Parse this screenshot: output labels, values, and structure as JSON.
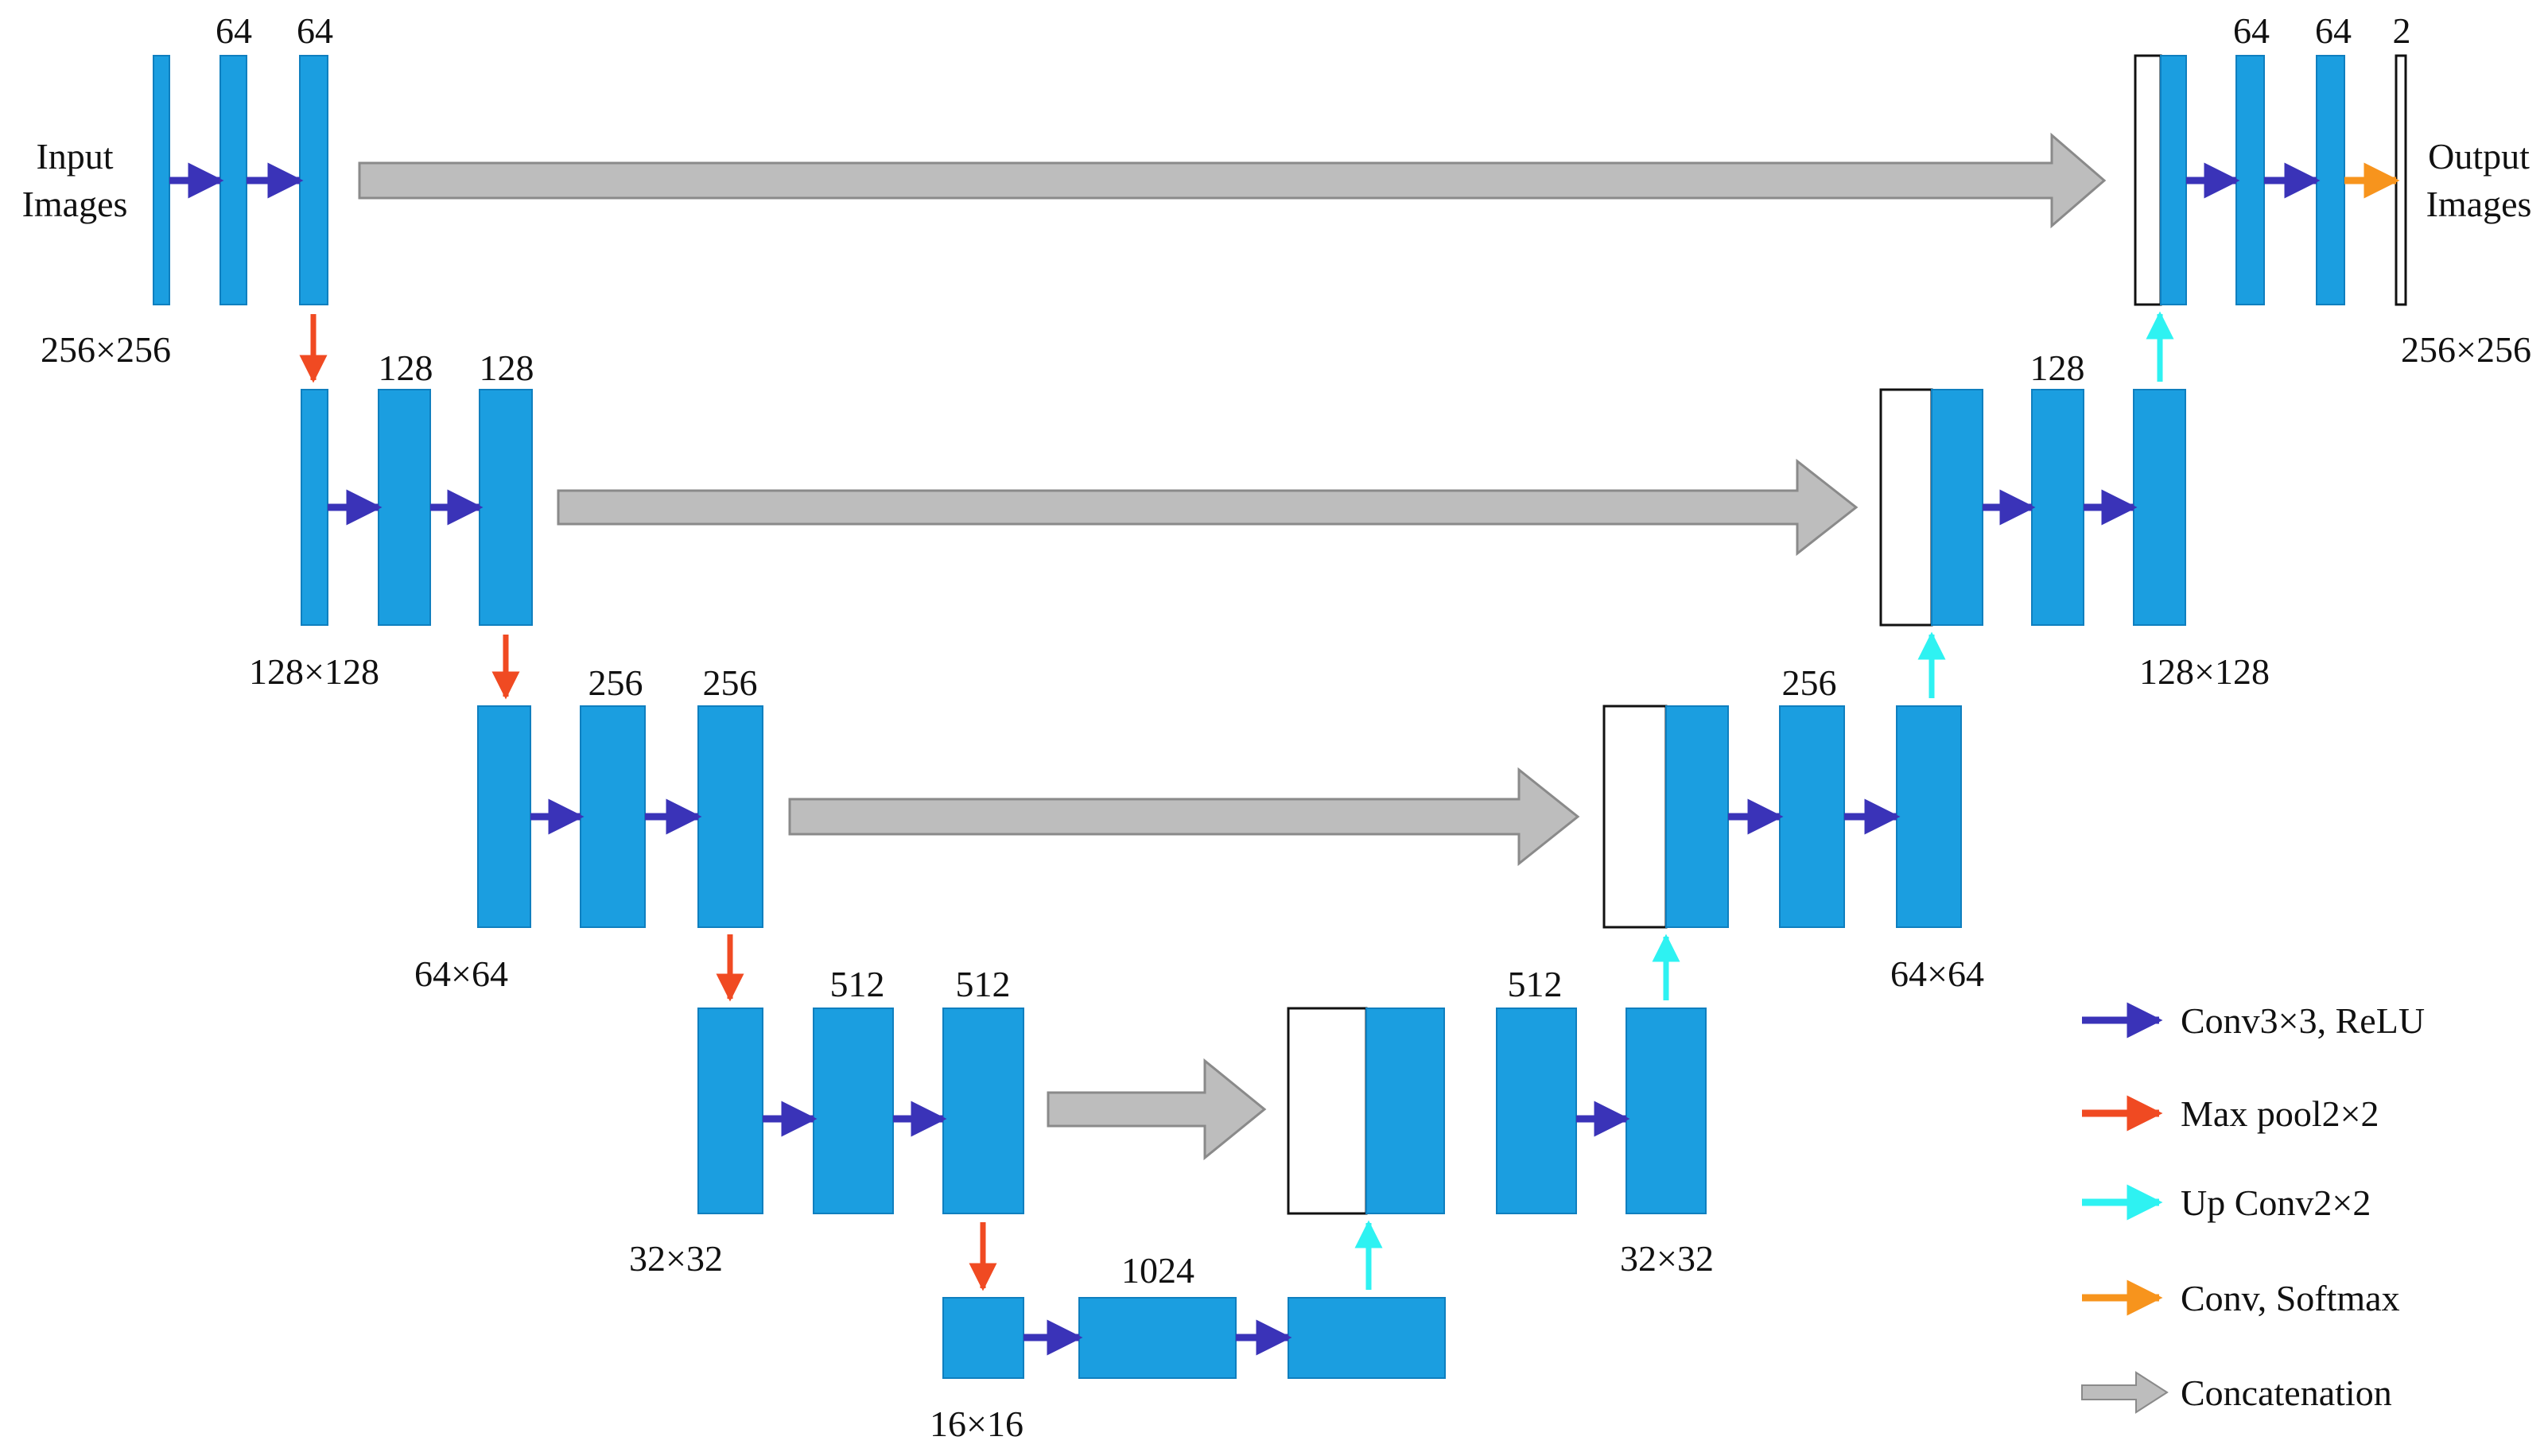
{
  "colors": {
    "block": "#1b9ee0",
    "block_outline": "#0f7fbf",
    "conv": "#3a33b8",
    "pool": "#f04a22",
    "upconv": "#2ef2f2",
    "softmax": "#f7941d",
    "concat": "#bdbdbd",
    "concat_outline": "#8a8a8a"
  },
  "labels": {
    "input_line1": "Input",
    "input_line2": "Images",
    "output_line1": "Output",
    "output_line2": "Images",
    "l1_c1": "64",
    "l1_c2": "64",
    "l1_size": "256×256",
    "l2_c1": "128",
    "l2_c2": "128",
    "l2_size": "128×128",
    "l3_c1": "256",
    "l3_c2": "256",
    "l3_size": "64×64",
    "l4_c1": "512",
    "l4_c2": "512",
    "l4_size": "32×32",
    "b_c": "1024",
    "b_size": "16×16",
    "d4_c": "512",
    "d4_size": "32×32",
    "d3_c": "256",
    "d3_size": "64×64",
    "d2_c": "128",
    "d2_size": "128×128",
    "d1_c1": "64",
    "d1_c2": "64",
    "d1_out": "2",
    "d1_size": "256×256"
  },
  "legend": {
    "conv": "Conv3×3, ReLU",
    "pool": "Max pool2×2",
    "up": "Up Conv2×2",
    "softmax": "Conv, Softmax",
    "concat": "Concatenation"
  }
}
